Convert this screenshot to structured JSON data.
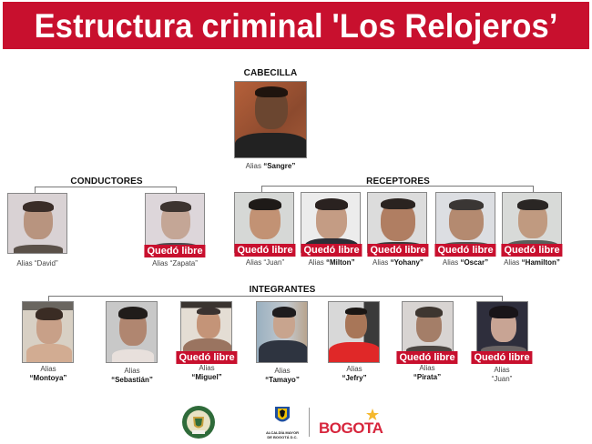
{
  "header": {
    "title": "Estructura criminal 'Los Relojeros’"
  },
  "colors": {
    "brand_red": "#c8102e",
    "line_gray": "#777777"
  },
  "sections": {
    "leader": {
      "title": "CABECILLA"
    },
    "drivers": {
      "title": "CONDUCTORES"
    },
    "receivers": {
      "title": "RECEPTORES"
    },
    "members": {
      "title": "INTEGRANTES"
    }
  },
  "alias_prefix": "Alias",
  "badge_label": "Quedó libre",
  "leader": {
    "alias": "“Sangre”",
    "released": false
  },
  "drivers": [
    {
      "alias": "“David”",
      "released": false
    },
    {
      "alias": "“Zapata”",
      "released": true
    }
  ],
  "receivers": [
    {
      "alias": "“Juan”",
      "released": true
    },
    {
      "alias": "“Milton”",
      "released": true
    },
    {
      "alias": "“Yohany”",
      "released": true
    },
    {
      "alias": "“Oscar”",
      "released": true
    },
    {
      "alias": "“Hamilton”",
      "released": true
    }
  ],
  "members": [
    {
      "alias": "“Montoya”",
      "released": false
    },
    {
      "alias": "“Sebastián”",
      "released": false
    },
    {
      "alias": "“Miguel”",
      "released": true
    },
    {
      "alias": "“Tamayo”",
      "released": false
    },
    {
      "alias": "“Jefry”",
      "released": false
    },
    {
      "alias": "“Pirata”",
      "released": true
    },
    {
      "alias": "“Juan”",
      "released": true
    }
  ],
  "footer": {
    "police_logo": "police-shield-icon",
    "alcaldia_label_1": "ALCALDÍA MAYOR",
    "alcaldia_label_2": "DE BOGOTÁ D.C.",
    "bogota_wordmark": "BOGOTA"
  }
}
